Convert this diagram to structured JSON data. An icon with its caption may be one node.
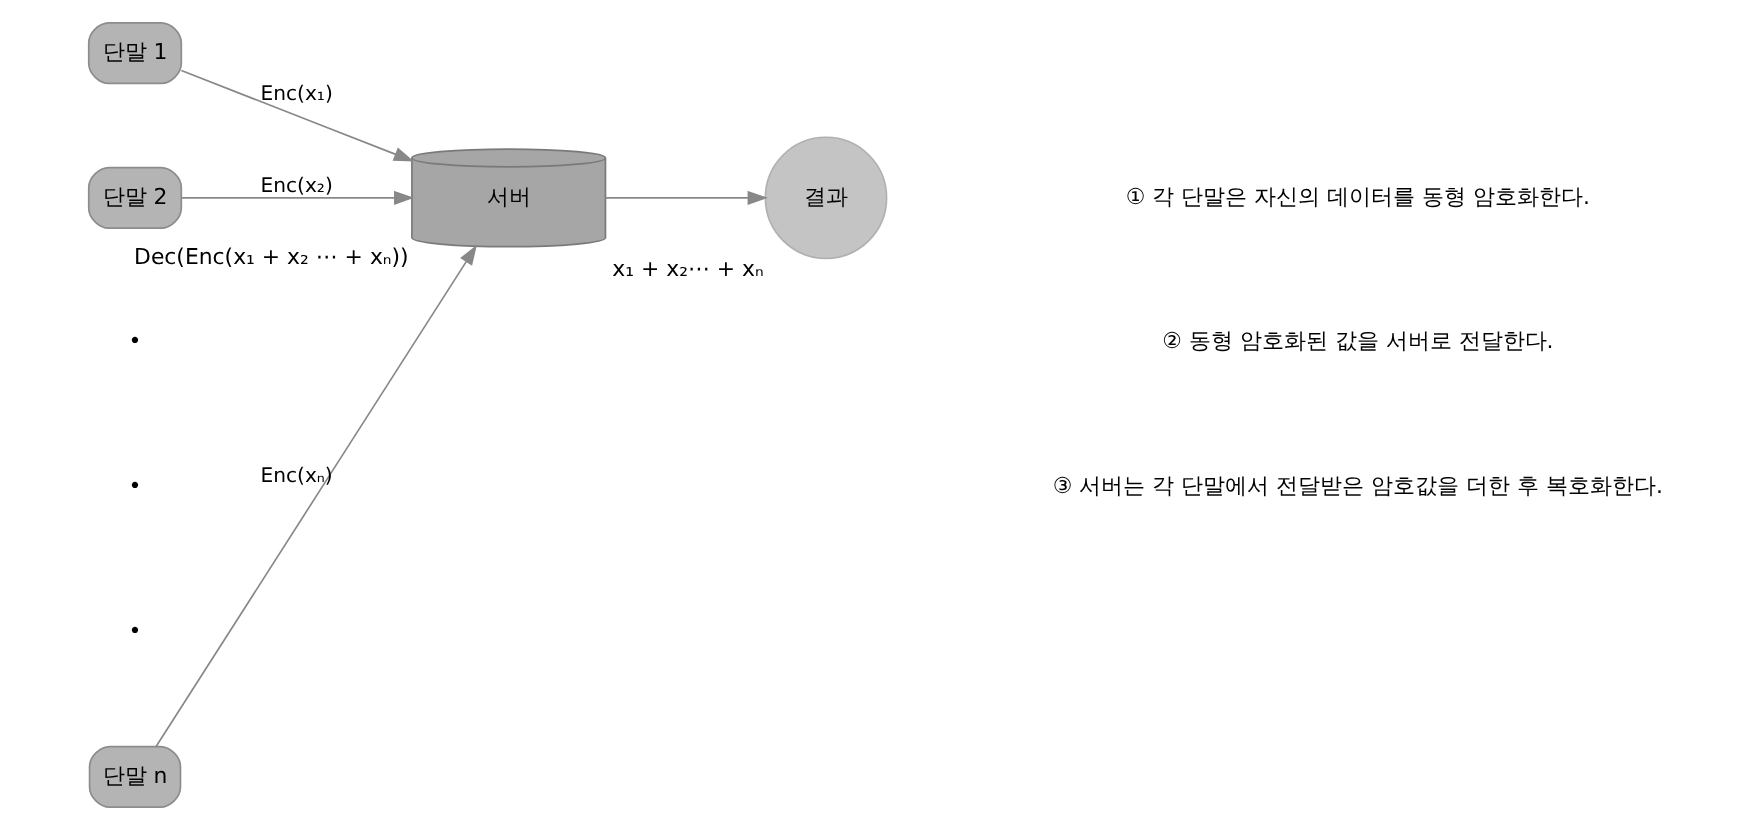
{
  "diagram": {
    "nodes": [
      {
        "text": [
          "단말 1"
        ]
      },
      {
        "text": [
          "단말 2"
        ]
      },
      {
        "text": [
          "단말 n"
        ]
      },
      {
        "text": [
          "서버"
        ],
        "beside": [
          "Dec(Enc(x₁ + x₂ ⋯ + xₙ))"
        ]
      },
      {
        "text": [
          "결과"
        ],
        "beside": [
          "x₁ + x₂⋯ + xₙ"
        ]
      }
    ],
    "edges": [
      {
        "from": 0,
        "to": 3,
        "arrow": "to",
        "label": "Enc(x₁)"
      },
      {
        "from": 1,
        "to": 3,
        "arrow": "to",
        "label": "Enc(x₂)"
      },
      {
        "from": 2,
        "to": 3,
        "arrow": "to",
        "label": "Enc(xₙ)"
      },
      {
        "from": 3,
        "to": 4,
        "arrow": "to"
      }
    ],
    "labels": [
      "•",
      "•",
      "•",
      "① 각 단말은 자신의 데이터를 동형 암호화한다.",
      "② 동형 암호화된 값을 서버로 전달한다.",
      "③ 서버는 각 단말에서 전달받은 암호값을 더한 후 복호화한다."
    ]
  }
}
